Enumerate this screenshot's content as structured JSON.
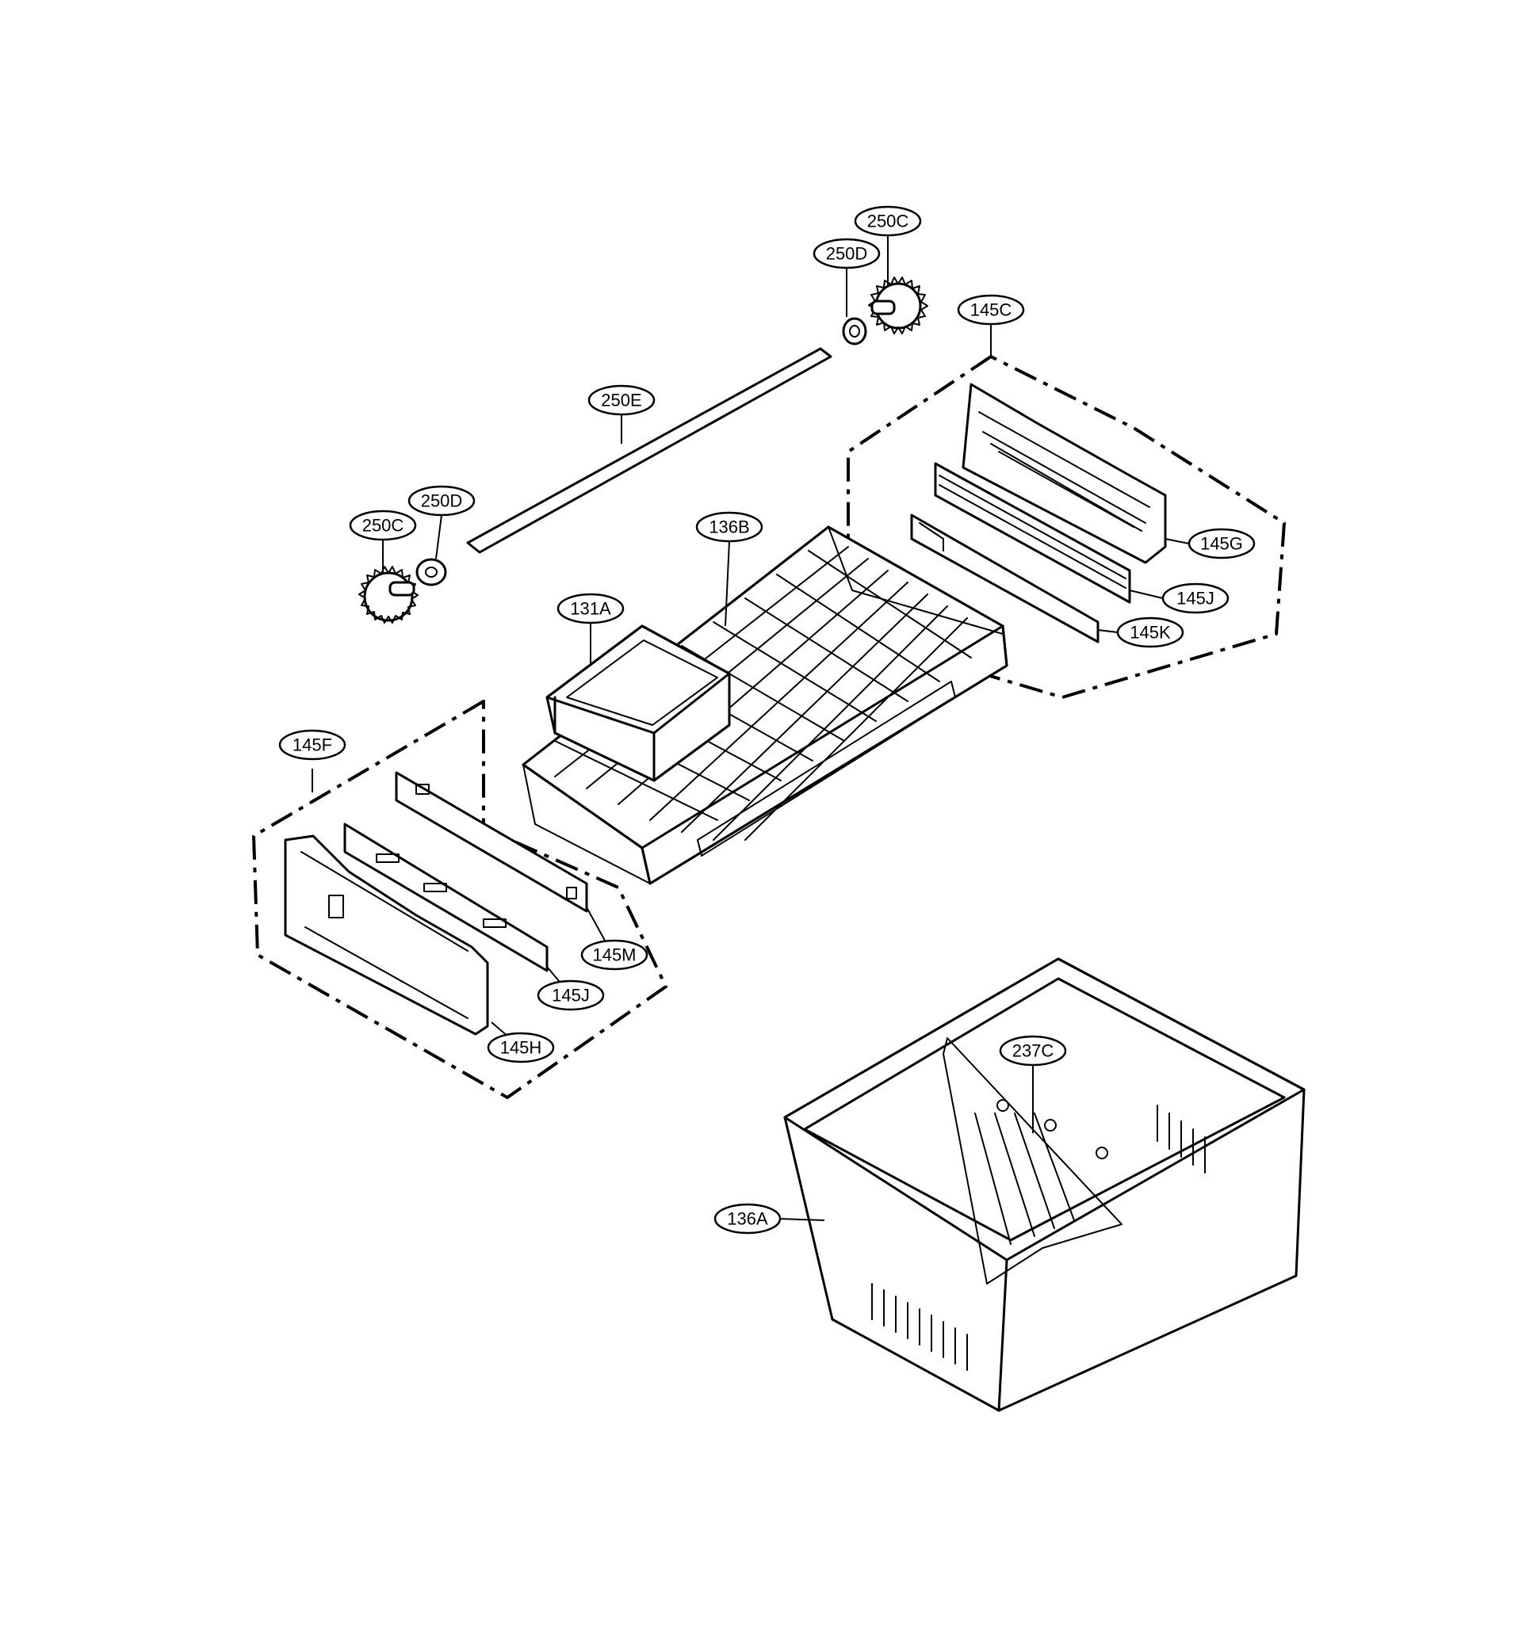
{
  "callouts": [
    {
      "id": "250C_top",
      "label": "250C"
    },
    {
      "id": "250D_top",
      "label": "250D"
    },
    {
      "id": "145C",
      "label": "145C"
    },
    {
      "id": "250E",
      "label": "250E"
    },
    {
      "id": "250C_left",
      "label": "250C"
    },
    {
      "id": "250D_left",
      "label": "250D"
    },
    {
      "id": "136B",
      "label": "136B"
    },
    {
      "id": "145G",
      "label": "145G"
    },
    {
      "id": "131A",
      "label": "131A"
    },
    {
      "id": "145J_right",
      "label": "145J"
    },
    {
      "id": "145K",
      "label": "145K"
    },
    {
      "id": "145F",
      "label": "145F"
    },
    {
      "id": "145M",
      "label": "145M"
    },
    {
      "id": "145J_left",
      "label": "145J"
    },
    {
      "id": "145H",
      "label": "145H"
    },
    {
      "id": "237C",
      "label": "237C"
    },
    {
      "id": "136A",
      "label": "136A"
    }
  ]
}
